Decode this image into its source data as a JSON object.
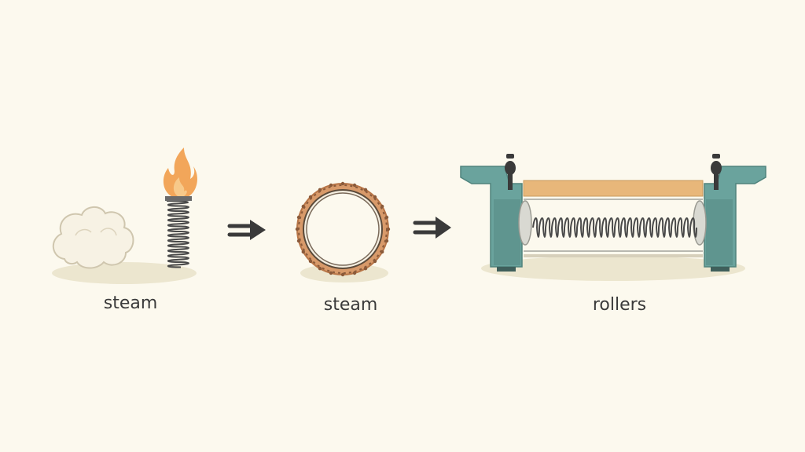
{
  "steps": [
    {
      "label": "steam",
      "icon": "cotton-and-spring-flame-icon"
    },
    {
      "label": "steam",
      "icon": "coil-ring-icon"
    },
    {
      "label": "rollers",
      "icon": "roller-machine-icon"
    }
  ],
  "arrows": [
    "double-arrow-icon",
    "double-arrow-icon"
  ],
  "colors": {
    "background": "#fcf9ee",
    "shadow": "#ece6cf",
    "flame": "#f2a65a",
    "spring": "#4a4a4a",
    "ring": "#c9875a",
    "machine": "#6aa39d",
    "roller_bar": "#e8b77a",
    "text": "#3a3a3a"
  }
}
